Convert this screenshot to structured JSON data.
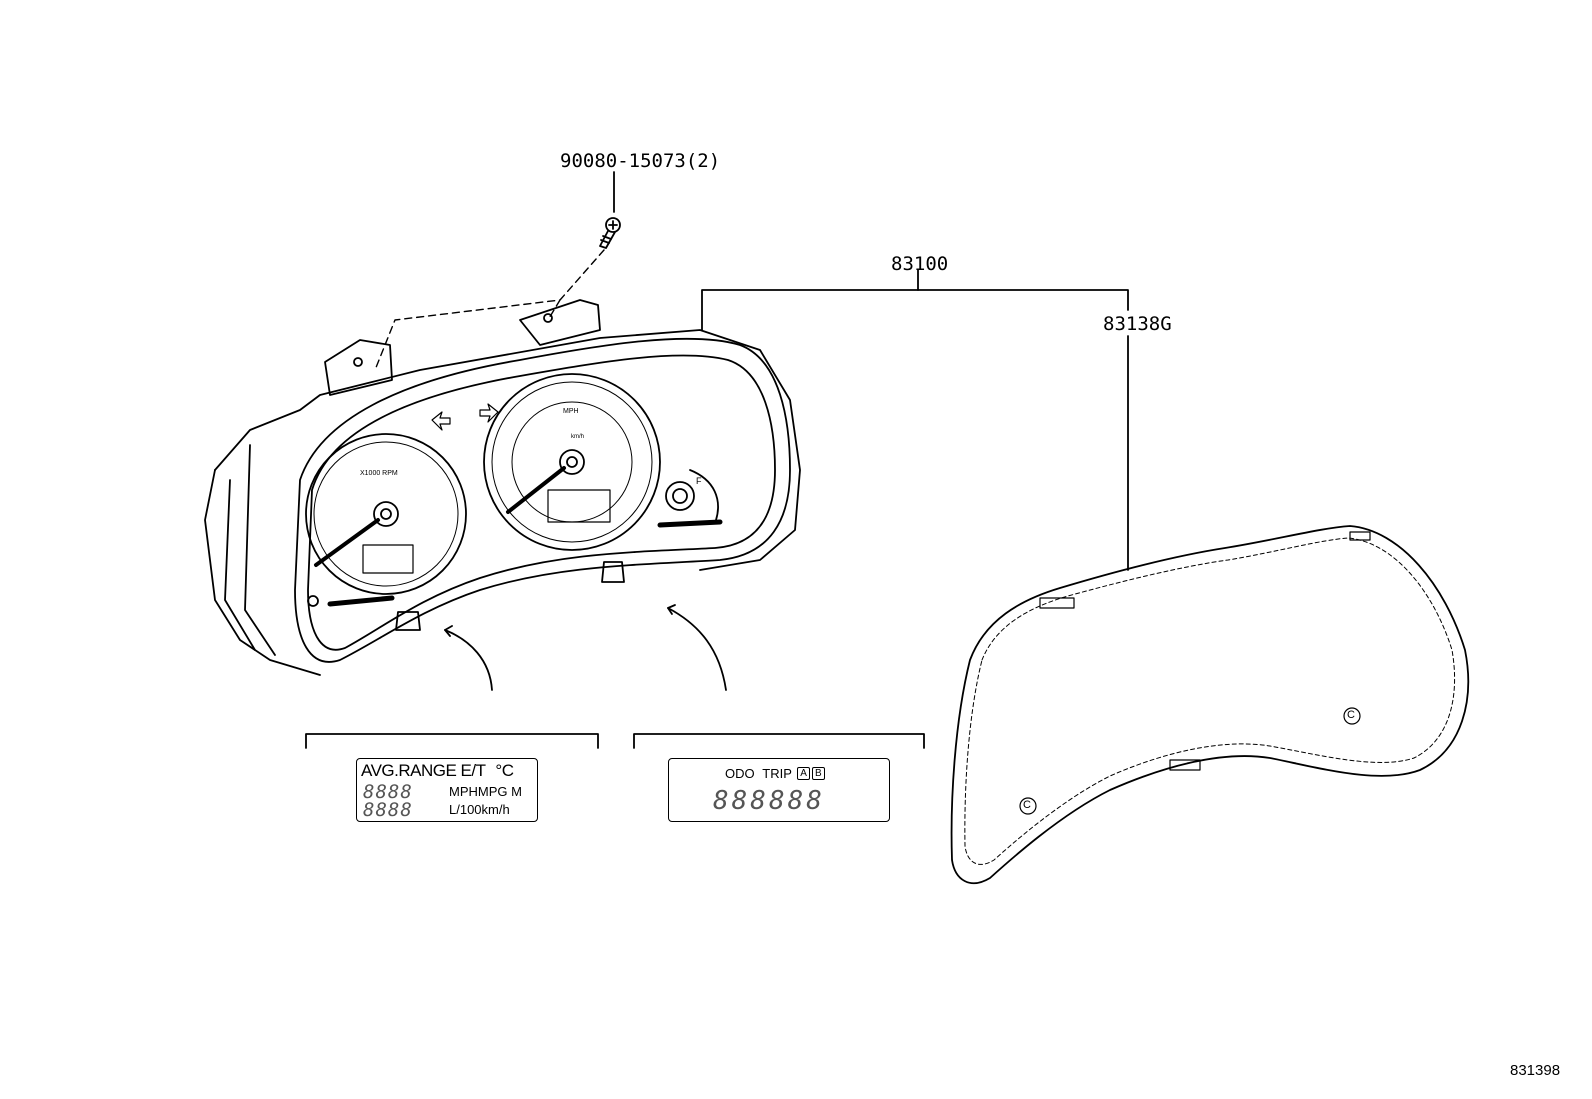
{
  "callouts": {
    "bolt": "90080-15073(2)",
    "assembly": "83100",
    "lens": "83138G"
  },
  "left_display": {
    "line1": "AVG.RANGE E/T",
    "line1_unit": "°C",
    "row1_digits": "8888",
    "row1_units": "MPHMPG M",
    "row2_digits": "8888",
    "row2_units": "L/100km/h"
  },
  "right_display": {
    "odo": "ODO",
    "trip": "TRIP",
    "badge_a": "A",
    "badge_b": "B",
    "digits": "888888"
  },
  "figure_id": "831398",
  "gauge_labels": {
    "tach": "X1000 RPM",
    "speedo": "MPH",
    "speedo_sub": "km/h",
    "fuel": "F"
  },
  "lens_marks": {
    "mark1": "C",
    "mark2": "C"
  }
}
